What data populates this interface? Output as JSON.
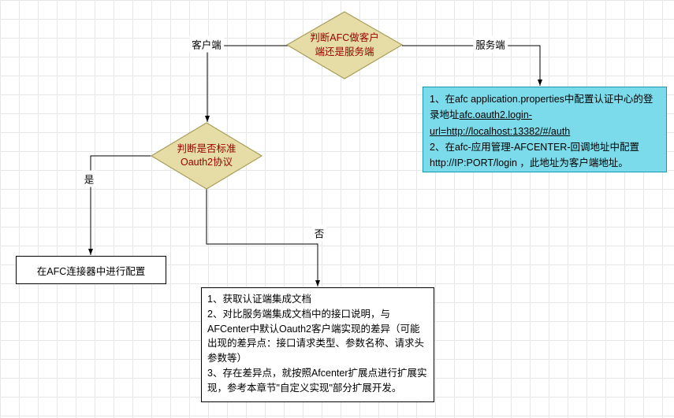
{
  "diagram": {
    "decision1": {
      "label": "判断AFC做客户\n端还是服务端"
    },
    "decision2": {
      "label": "判断是否标准\nOauth2协议"
    },
    "edge_labels": {
      "client": "客户端",
      "server": "服务端",
      "yes": "是",
      "no": "否"
    },
    "server_box": {
      "line1_prefix": "1、在afc application.properties中配置认证中心的登录地址",
      "url": "afc.oauth2.login-url=http://localhost:13382/#/auth",
      "line2": "2、在afc-应用管理-AFCENTER-回调地址中配置http://IP:PORT/login ，此地址为客户端地址。"
    },
    "config_box": {
      "label": "在AFC连接器中进行配置"
    },
    "steps_box": {
      "text": "1、获取认证端集成文档\n2、对比服务端集成文档中的接口说明，与AFCenter中默认Oauth2客户端实现的差异（可能出现的差异点：接口请求类型、参数名称、请求头参数等）\n3、存在差异点，就按照Afcenter扩展点进行扩展实现，参考本章节\"自定义实现\"部分扩展开发。"
    },
    "colors": {
      "diamond_fill": "#E6DCA6",
      "diamond_stroke": "#A89E5A",
      "diamond_text": "#990000",
      "server_box_fill": "#7CDBEA",
      "server_box_stroke": "#1699AE",
      "edge_color": "#000000"
    }
  }
}
